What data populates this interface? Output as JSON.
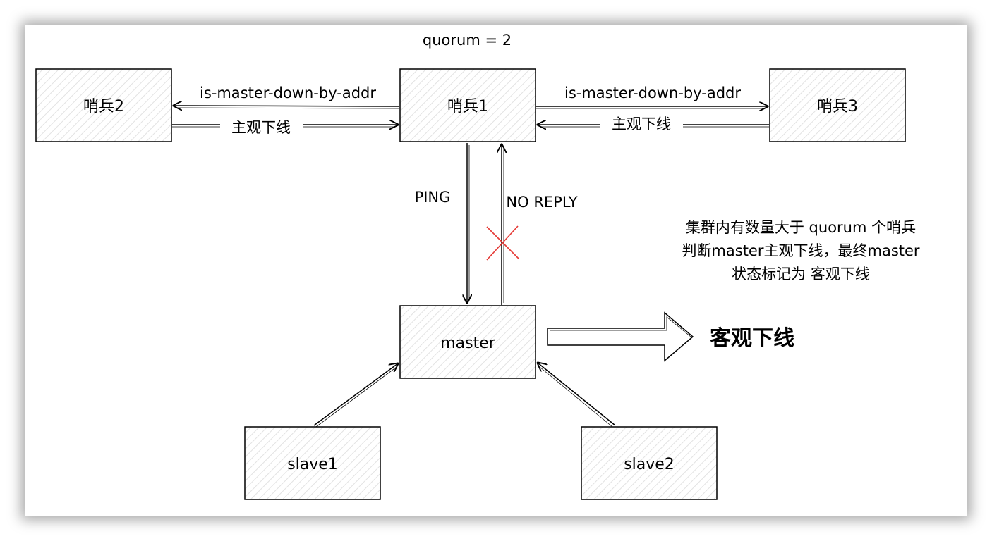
{
  "quorum_label": "quorum = 2",
  "nodes": {
    "sentinel1": "哨兵1",
    "sentinel2": "哨兵2",
    "sentinel3": "哨兵3",
    "master": "master",
    "slave1": "slave1",
    "slave2": "slave2"
  },
  "edges": {
    "s1_to_s2_query": "is-master-down-by-addr",
    "s2_to_s1_reply": "主观下线",
    "s1_to_s3_query": "is-master-down-by-addr",
    "s3_to_s1_reply": "主观下线",
    "ping": "PING",
    "no_reply": "NO REPLY"
  },
  "note_lines": [
    "集群内有数量大于 quorum 个哨兵",
    "判断master主观下线，最终master",
    "状态标记为 客观下线"
  ],
  "result_label": "客观下线",
  "colors": {
    "stroke": "#000000",
    "hatch": "#d9d9d9",
    "cross": "#e53935"
  }
}
